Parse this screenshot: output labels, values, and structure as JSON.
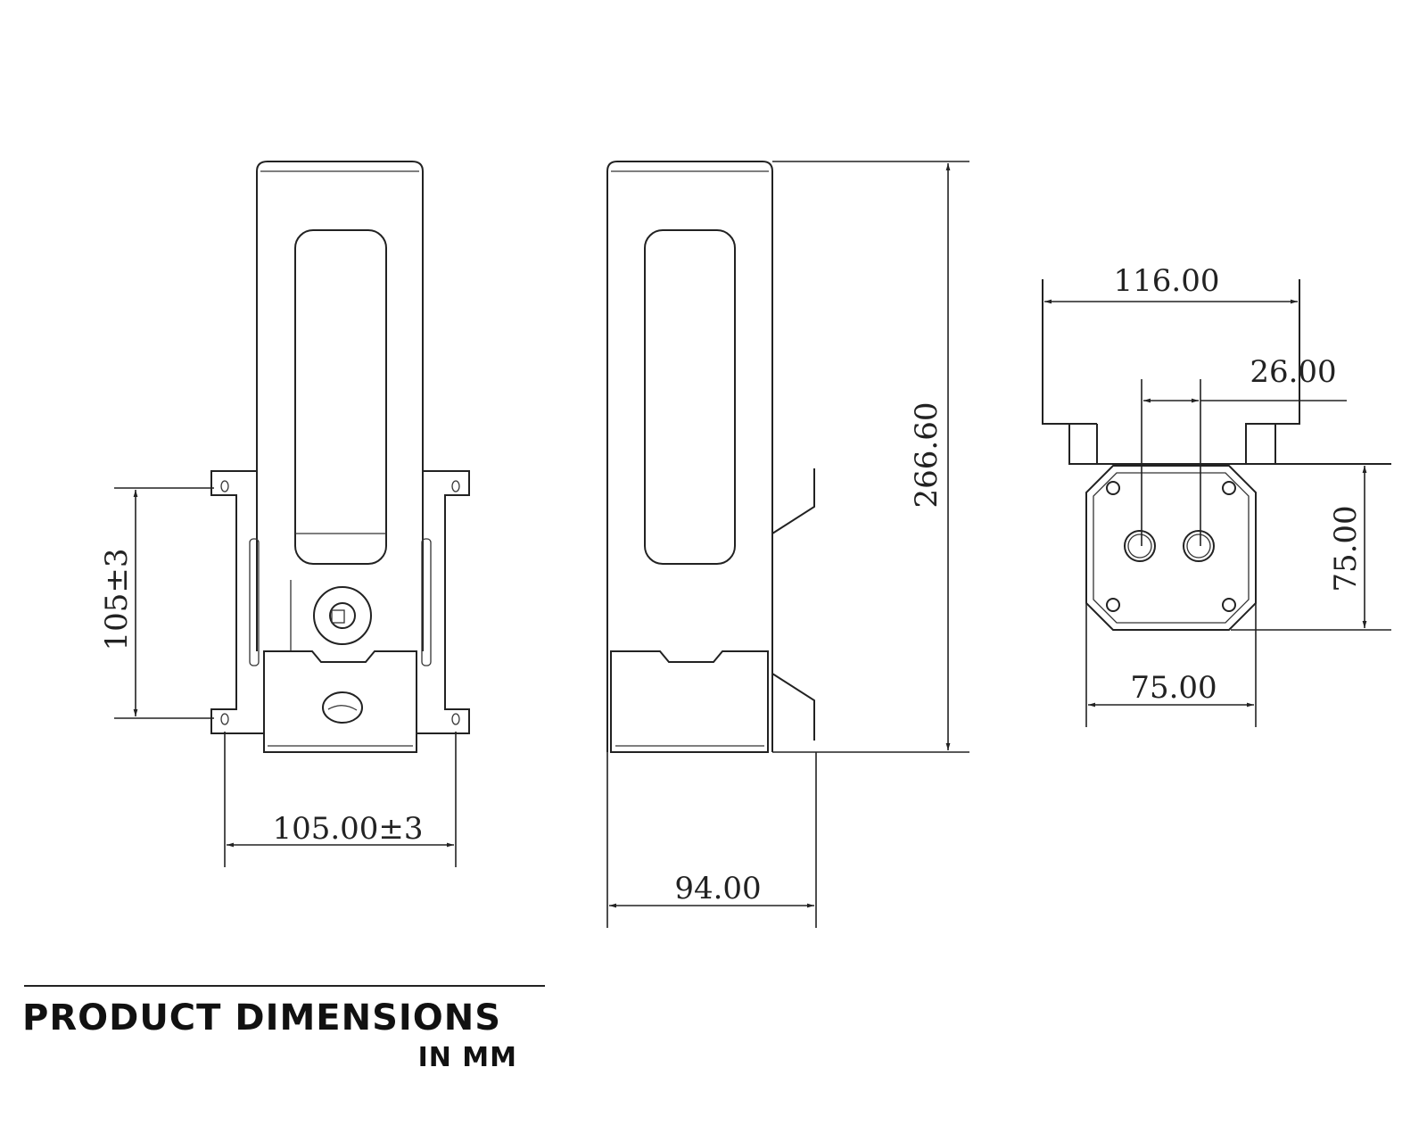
{
  "dimensions": {
    "front_height_tolerance": "105±3",
    "front_width_tolerance": "105.00±3",
    "side_height": "266.60",
    "side_depth": "94.00",
    "top_width": "116.00",
    "port_spacing": "26.00",
    "block_height": "75.00",
    "block_width": "75.00"
  },
  "footer": {
    "title": "PRODUCT DIMENSIONS",
    "subtitle": "IN MM"
  }
}
